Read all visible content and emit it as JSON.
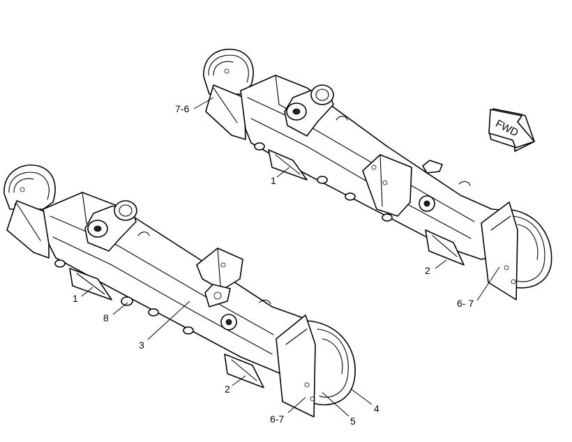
{
  "callouts_upper": [
    "7-6",
    "1",
    "2",
    "6- 7"
  ],
  "callouts_lower": [
    "1",
    "8",
    "3",
    "2",
    "6-7",
    "5",
    "4"
  ],
  "fwd_label": "FWD"
}
